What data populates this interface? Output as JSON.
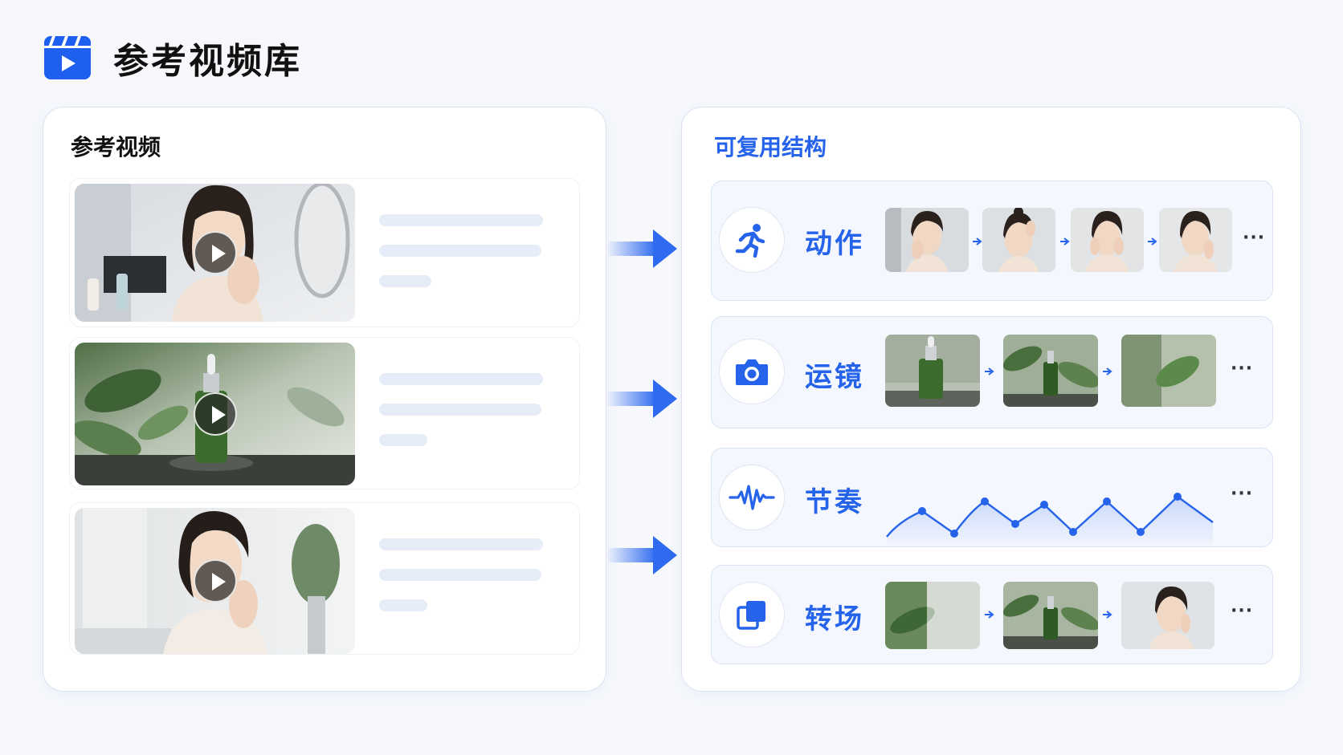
{
  "header": {
    "title": "参考视频库",
    "icon": "video-library-icon"
  },
  "left_panel": {
    "title": "参考视频",
    "videos": [
      {
        "subject": "woman touching face in bathroom",
        "play_icon": "play-icon"
      },
      {
        "subject": "green serum bottle among leaves",
        "play_icon": "play-icon"
      },
      {
        "subject": "woman applying skincare",
        "play_icon": "play-icon"
      }
    ]
  },
  "right_panel": {
    "title": "可复用结构",
    "rows": [
      {
        "label": "动作",
        "icon": "running-person-icon",
        "more": "···"
      },
      {
        "label": "运镜",
        "icon": "camera-icon",
        "more": "···"
      },
      {
        "label": "节奏",
        "icon": "waveform-icon",
        "more": "···"
      },
      {
        "label": "转场",
        "icon": "transition-icon",
        "more": "···"
      }
    ]
  },
  "colors": {
    "accent": "#2563eb",
    "panel_border": "#dbe3f3",
    "background": "#f6f8fc"
  }
}
